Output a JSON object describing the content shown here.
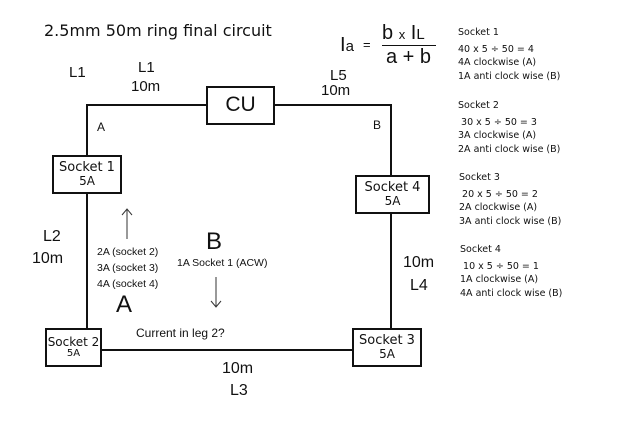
{
  "title": "2.5mm 50m  ring final circuit",
  "formula": {
    "lhs_main": "I",
    "lhs_sub": "a",
    "equals": "=",
    "numerator_b": "b",
    "numerator_times": "x",
    "numerator_I": "I",
    "numerator_sub": "L",
    "denominator": "a + b"
  },
  "legs": {
    "l1_outer_label": "L1",
    "l1_label": "L1",
    "l1_length": "10m",
    "l2_label": "L2",
    "l2_length": "10m",
    "l3_label": "L3",
    "l3_length": "10m",
    "l4_label": "L4",
    "l4_length": "10m",
    "l5_label": "L5",
    "l5_length": "10m"
  },
  "consumer_unit": {
    "label": "CU"
  },
  "ends": {
    "a": "A",
    "b": "B"
  },
  "sockets": [
    {
      "name": "Socket 1",
      "rating": "5A"
    },
    {
      "name": "Socket 2",
      "rating": "5A"
    },
    {
      "name": "Socket 3",
      "rating": "5A"
    },
    {
      "name": "Socket 4",
      "rating": "5A"
    }
  ],
  "annotations": {
    "direction_a_label": "A",
    "direction_b_label": "B",
    "a_currents": [
      "2A (socket 2)",
      "3A (socket 3)",
      "4A (socket 4)"
    ],
    "b_current": "1A Socket 1 (ACW)",
    "question": "Current in leg 2?"
  },
  "calculations": [
    {
      "heading": "Socket 1",
      "equation": "40 x 5 ÷ 50 = 4",
      "clockwise": "4A clockwise  (A)",
      "anticlockwise": "1A anti clock wise  (B)"
    },
    {
      "heading": "Socket 2",
      "equation": " 30 x 5 ÷ 50 = 3",
      "clockwise": "3A clockwise (A)",
      "anticlockwise": "2A anti clock wise (B)"
    },
    {
      "heading": "Socket 3",
      "equation": " 20 x 5 ÷ 50 = 2",
      "clockwise": "2A clockwise (A)",
      "anticlockwise": "3A anti clock wise (B)"
    },
    {
      "heading": "Socket 4",
      "equation": " 10 x 5 ÷ 50 = 1",
      "clockwise": "1A clockwise (A)",
      "anticlockwise": "4A anti clock wise (B)"
    }
  ]
}
